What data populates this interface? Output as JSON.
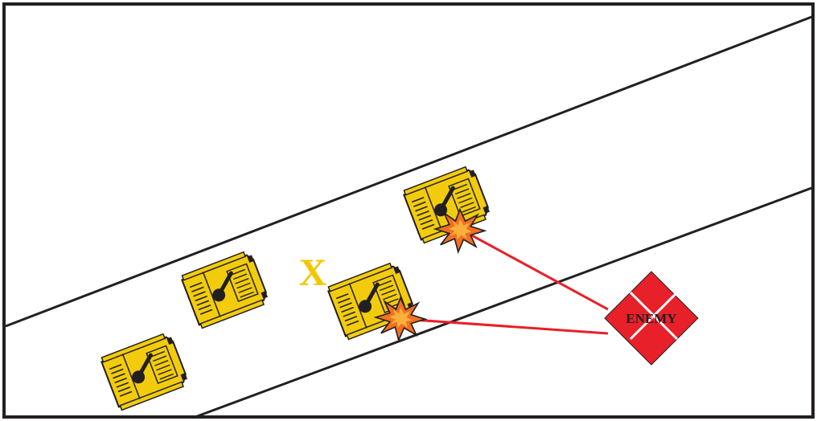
{
  "diagram": {
    "marker_label": "X",
    "enemy_label": "ENEMY",
    "vehicle_count": 4,
    "hit_vehicle_count": 2,
    "fire_lines_from_enemy": 2
  },
  "colors": {
    "vehicle_body": "#f2cc0c",
    "vehicle_outline": "#231f20",
    "marker": "#f2c600",
    "fire_line": "#e8202a",
    "enemy_fill": "#e8202a",
    "enemy_text": "#231f20",
    "explosion_outer": "#f37021",
    "explosion_inner": "#fbb03b",
    "road_line": "#231f20"
  },
  "icons": {
    "vehicle": "armored-vehicle-icon",
    "explosion": "explosion-icon",
    "enemy": "enemy-diamond-icon"
  }
}
